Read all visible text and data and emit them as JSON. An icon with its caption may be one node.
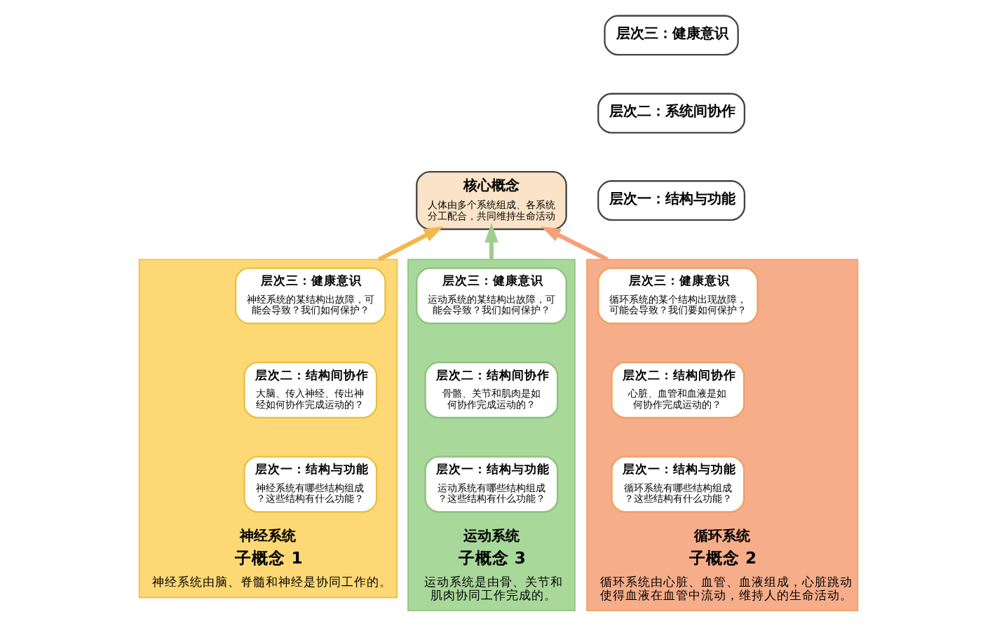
{
  "diagram": {
    "nodes": [
      {
        "text": [
          "核心概念",
          "人体由多个系统组成、各系统分工配合，共同维持生命活动"
        ]
      },
      {
        "text": [
          "层次三：健康意识"
        ]
      },
      {
        "text": [
          "层次二：系统间协作"
        ]
      },
      {
        "text": [
          "层次一：结构与功能"
        ]
      },
      {
        "text": [
          "神经系统"
        ],
        "beside": [
          "子概念 1",
          "神经系统由脑、脊髓和神经是协同工作的。"
        ]
      },
      {
        "text": [
          "层次三：健康意识",
          "神经系统的某结构出故障，可能会导致？我们如何保护？"
        ],
        "in": 4
      },
      {
        "text": [
          "层次二：结构间协作",
          "大脑、传入神经、传出神经如何协作完成运动的？"
        ],
        "in": 4
      },
      {
        "text": [
          "层次一：结构与功能",
          "神经系统有哪些结构组成？这些结构有什么功能？"
        ],
        "in": 4
      },
      {
        "text": [
          "运动系统"
        ],
        "beside": [
          "子概念 3",
          "运动系统是由骨、关节和肌肉协同工作完成的。"
        ]
      },
      {
        "text": [
          "层次三：健康意识",
          "运动系统的某结构出故障，可能会导致？我们如何保护？"
        ],
        "in": 8
      },
      {
        "text": [
          "层次二：结构间协作",
          "骨骼、关节和肌肉是如何协作完成运动的？"
        ],
        "in": 8
      },
      {
        "text": [
          "层次一：结构与功能",
          "运动系统有哪些结构组成？这些结构有什么功能？"
        ],
        "in": 8
      },
      {
        "text": [
          "循环系统"
        ],
        "beside": [
          "子概念 2",
          "循环系统由心脏、血管、血液组成，心脏跳动使得血液在血管中流动，维持人的生命活动。"
        ]
      },
      {
        "text": [
          "层次三：健康意识",
          "循环系统的某个结构出现故障，可能会导致？我们要如何保护？"
        ],
        "in": 12
      },
      {
        "text": [
          "层次二：结构间协作",
          "心脏、血管和血液是如何协作完成运动的？"
        ],
        "in": 12
      },
      {
        "text": [
          "层次一：结构与功能",
          "循环系统有哪些结构组成？这些结构有什么功能？"
        ],
        "in": 12
      }
    ],
    "edges": [
      {
        "from": 4,
        "to": 0,
        "arrow": "to",
        "color": "#f2b84a"
      },
      {
        "from": 8,
        "to": 0,
        "arrow": "to",
        "color": "#9fcf8f"
      },
      {
        "from": 12,
        "to": 0,
        "arrow": "to",
        "color": "#f4a07a"
      }
    ]
  }
}
